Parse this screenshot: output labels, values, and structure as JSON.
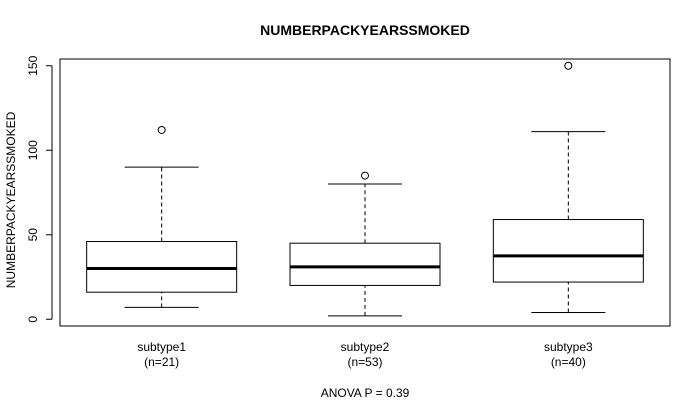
{
  "chart_data": {
    "type": "boxplot",
    "title": "NUMBERPACKYEARSSMOKED",
    "ylabel": "NUMBERPACKYEARSSMOKED",
    "xlabel": "",
    "ylim": [
      -4,
      154
    ],
    "yticks": [
      0,
      50,
      100,
      150
    ],
    "categories": [
      {
        "name": "subtype1",
        "n_label": "(n=21)",
        "min": 7,
        "q1": 16,
        "median": 30,
        "q3": 46,
        "max": 90,
        "outliers": [
          112
        ]
      },
      {
        "name": "subtype2",
        "n_label": "(n=53)",
        "min": 2,
        "q1": 20,
        "median": 31,
        "q3": 45,
        "max": 80,
        "outliers": [
          85
        ]
      },
      {
        "name": "subtype3",
        "n_label": "(n=40)",
        "min": 4,
        "q1": 22,
        "median": 37.5,
        "q3": 59,
        "max": 111,
        "outliers": [
          150
        ]
      }
    ],
    "footer": "ANOVA P = 0.39",
    "grid": false,
    "legend": "none"
  }
}
